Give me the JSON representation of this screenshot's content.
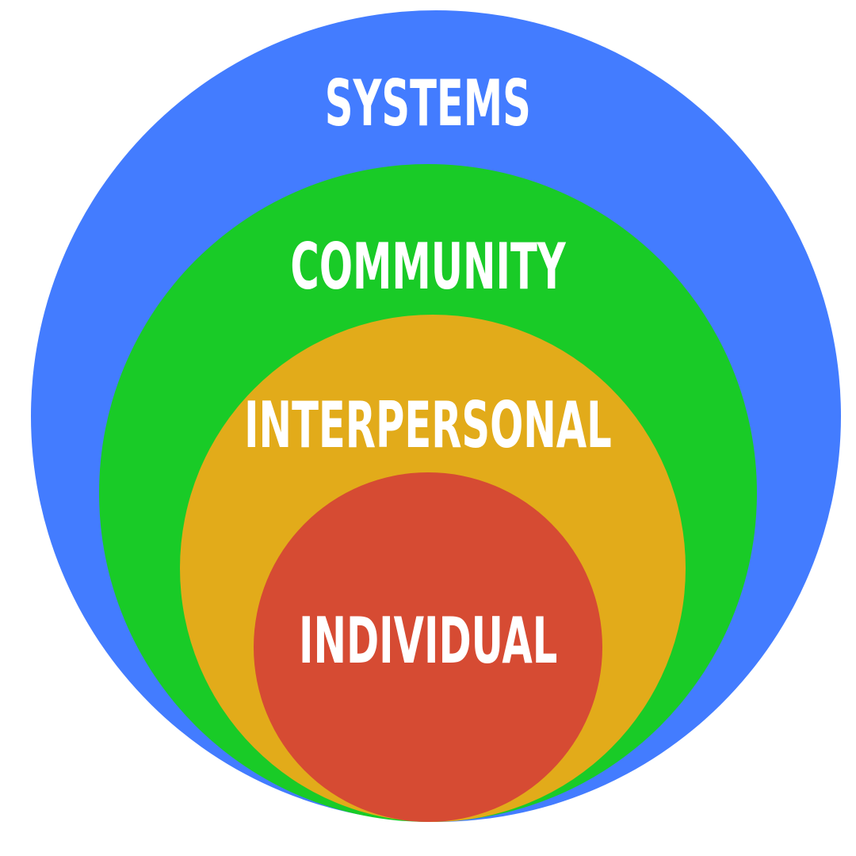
{
  "layers": [
    {
      "id": "systems",
      "label": "SYSTEMS",
      "color": "#437CFF"
    },
    {
      "id": "community",
      "label": "COMMUNITY",
      "color": "#19CB27"
    },
    {
      "id": "interpersonal",
      "label": "INTERPERSONAL",
      "color": "#E2AB1A"
    },
    {
      "id": "individual",
      "label": "INDIVIDUAL",
      "color": "#D64B33"
    }
  ]
}
